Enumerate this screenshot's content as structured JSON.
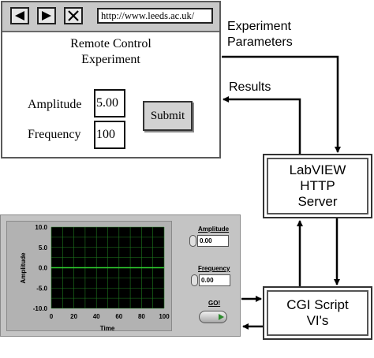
{
  "browser": {
    "url": "http://www.leeds.ac.uk/",
    "title_line1": "Remote Control",
    "title_line2": "Experiment",
    "amplitude_label": "Amplitude",
    "amplitude_value": "5.00",
    "frequency_label": "Frequency",
    "frequency_value": "100",
    "submit_label": "Submit"
  },
  "flow": {
    "parameters_line1": "Experiment",
    "parameters_line2": "Parameters",
    "results": "Results"
  },
  "server": {
    "line1": "LabVIEW",
    "line2": "HTTP",
    "line3": "Server"
  },
  "cgi": {
    "line1": "CGI Script",
    "line2": "VI's"
  },
  "labview_panel": {
    "y_axis_label": "Amplitude",
    "x_axis_label": "Time",
    "y_ticks": [
      "10.0",
      "5.0",
      "0.0",
      "-5.0",
      "-10.0"
    ],
    "x_ticks": [
      "0",
      "20",
      "40",
      "60",
      "80",
      "100"
    ],
    "amplitude_label": "Amplitude",
    "amplitude_value": "0.00",
    "frequency_label": "Frequency",
    "frequency_value": "0.00",
    "go_label": "GO!",
    "colors": {
      "plot_bg": "#000000",
      "grid": "#1f7a1f",
      "trace": "#2fd02f"
    }
  },
  "chart_data": {
    "type": "line",
    "x": [
      0,
      100
    ],
    "series": [
      {
        "values": [
          0,
          0
        ]
      }
    ],
    "xlabel": "Time",
    "ylabel": "Amplitude",
    "xlim": [
      0,
      100
    ],
    "ylim": [
      -10,
      10
    ],
    "x_ticks": [
      0,
      20,
      40,
      60,
      80,
      100
    ],
    "y_ticks": [
      10,
      5,
      0,
      -5,
      -10
    ],
    "grid": true
  }
}
